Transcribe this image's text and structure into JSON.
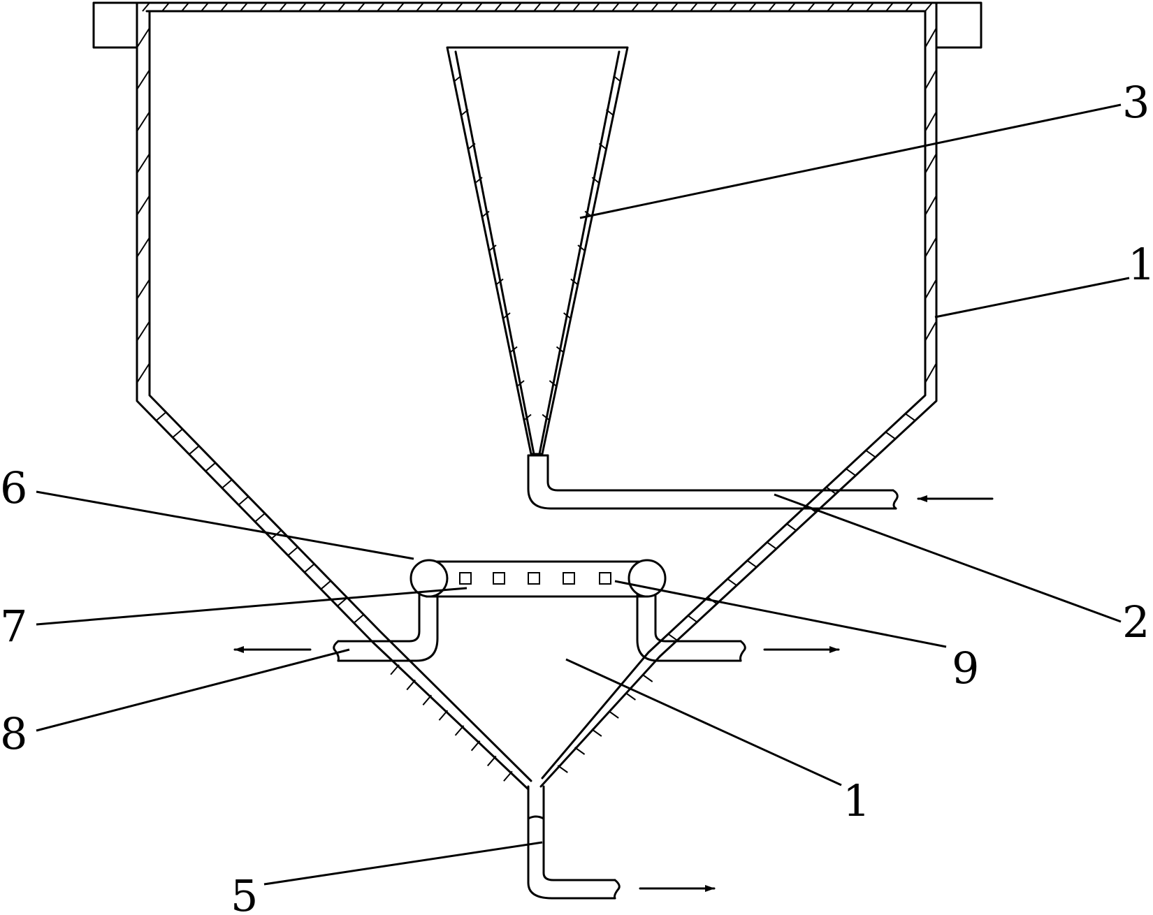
{
  "callouts": {
    "c3": "3",
    "c1_top": "1",
    "c6": "6",
    "c2": "2",
    "c7": "7",
    "c9": "9",
    "c8": "8",
    "c1_bottom": "1",
    "c5": "5"
  }
}
